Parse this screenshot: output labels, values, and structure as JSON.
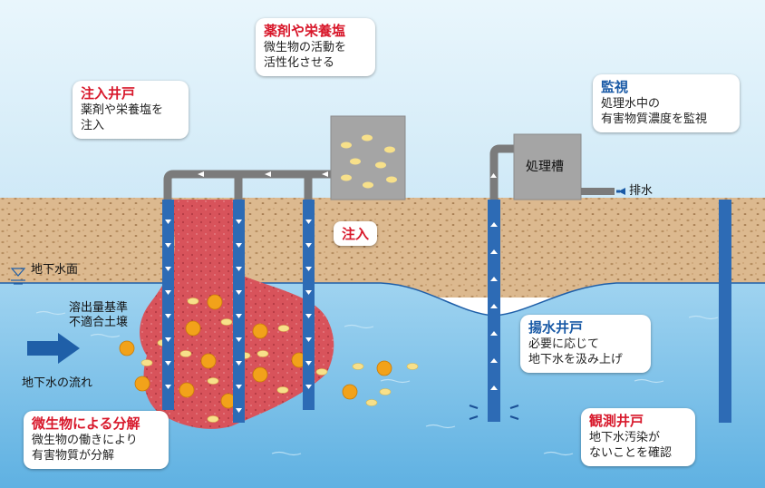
{
  "labels": {
    "chemicals_title": "薬剤や栄養塩",
    "chemicals_line1": "微生物の活動を",
    "chemicals_line2": "活性化させる",
    "injection_well_title": "注入井戸",
    "injection_well_line1": "薬剤や栄養塩を",
    "injection_well_line2": "注入",
    "monitor_title": "監視",
    "monitor_line1": "処理水中の",
    "monitor_line2": "有害物質濃度を監視",
    "treatment_tank": "処理槽",
    "discharge": "排水",
    "inject": "注入",
    "water_table": "地下水面",
    "contaminated_line1": "溶出量基準",
    "contaminated_line2": "不適合土壌",
    "groundwater_flow": "地下水の流れ",
    "pumping_well_title": "揚水井戸",
    "pumping_well_line1": "必要に応じて",
    "pumping_well_line2": "地下水を汲み上げ",
    "decomposition_title": "微生物による分解",
    "decomposition_line1": "微生物の働きにより",
    "decomposition_line2": "有害物質が分解",
    "observation_well_title": "観測井戸",
    "observation_well_line1": "地下水汚染が",
    "observation_well_line2": "ないことを確認"
  },
  "colors": {
    "sky": "#d9eef9",
    "soil": "#dcb98f",
    "groundwater": "#7fc4ea",
    "plume": "#d8535b",
    "pipe": "#2d6bb5",
    "accent_red": "#d8182b",
    "accent_blue": "#1a5aa6"
  }
}
